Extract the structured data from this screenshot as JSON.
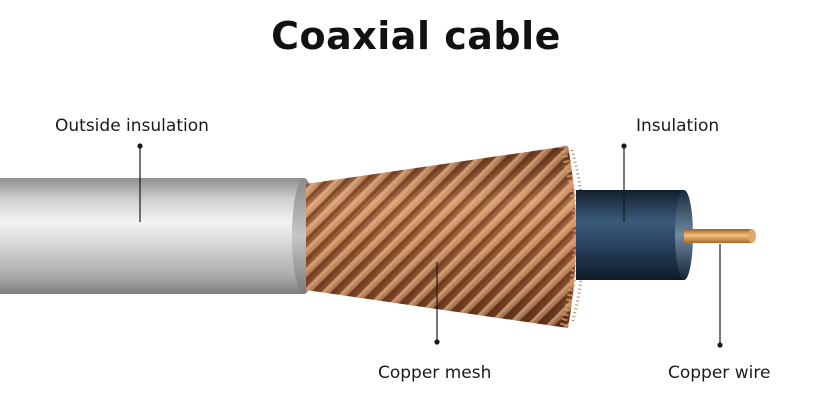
{
  "title": "Coaxial cable",
  "labels": {
    "outside_insulation": "Outside insulation",
    "insulation": "Insulation",
    "copper_mesh": "Copper mesh",
    "copper_wire": "Copper wire"
  },
  "colors": {
    "outer_jacket": "#b9b9b9",
    "copper_mesh": "#b8734a",
    "insulation": "#2d4a66",
    "copper_wire": "#d39a52"
  }
}
